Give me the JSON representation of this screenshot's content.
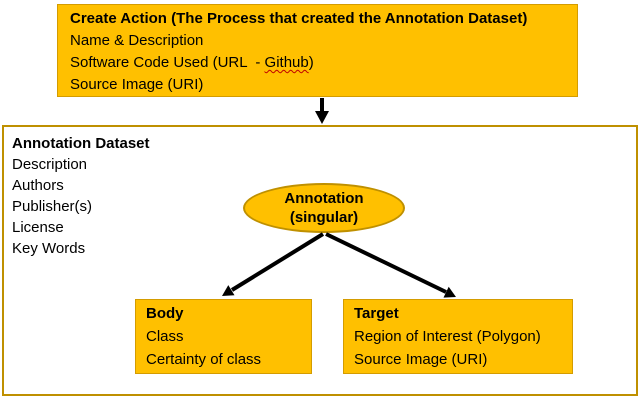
{
  "colors": {
    "node_fill": "#FFC000",
    "node_border": "#D49C00",
    "outer_border": "#BF9000",
    "arrow": "#000000",
    "spellcheck_underline": "#C00000",
    "text": "#000000",
    "background": "#FFFFFF"
  },
  "create_action_box": {
    "title": "Create Action (The Process that created the Annotation Dataset)",
    "line_name": "Name & Description",
    "software_prefix": "Software Code Used (URL  - ",
    "software_word": "Github",
    "software_suffix": ")",
    "line_source": "Source Image (URI)"
  },
  "annotation_dataset_box": {
    "title": "Annotation Dataset",
    "lines": [
      "Description",
      "Authors",
      "Publisher(s)",
      "License",
      "Key Words"
    ]
  },
  "annotation_node": {
    "line1": "Annotation",
    "line2": "(singular)"
  },
  "body_box": {
    "title": "Body",
    "lines": [
      "Class",
      "Certainty of class"
    ]
  },
  "target_box": {
    "title": "Target",
    "lines": [
      "Region of Interest (Polygon)",
      "Source Image (URI)"
    ]
  }
}
